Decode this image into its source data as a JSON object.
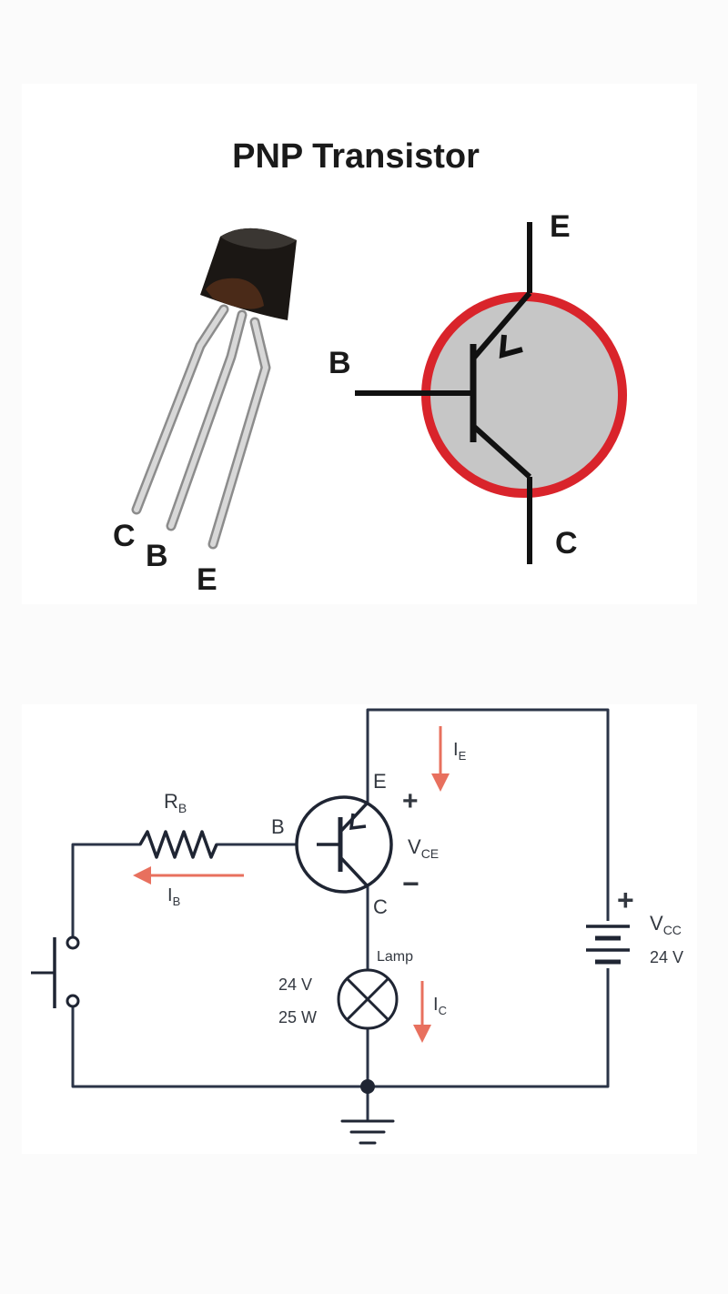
{
  "top": {
    "title": "PNP Transistor",
    "package_labels": {
      "c": "C",
      "b": "B",
      "e": "E"
    },
    "symbol_labels": {
      "e": "E",
      "b": "B",
      "c": "C"
    },
    "colors": {
      "ring": "#d9242b",
      "disc": "#c6c6c6",
      "body": "#1b1714",
      "lead": "#c8c8c8"
    }
  },
  "circuit": {
    "rb": {
      "main": "R",
      "sub": "B"
    },
    "ib": {
      "main": "I",
      "sub": "B"
    },
    "ie": {
      "main": "I",
      "sub": "E"
    },
    "ic": {
      "main": "I",
      "sub": "C"
    },
    "vce": {
      "main": "V",
      "sub": "CE"
    },
    "vcc": {
      "main": "V",
      "sub": "CC",
      "value": "24 V"
    },
    "terminals": {
      "b": "B",
      "e": "E",
      "c": "C"
    },
    "lamp": {
      "label": "Lamp",
      "voltage": "24 V",
      "power": "25 W"
    },
    "polarity": {
      "plus": "+",
      "minus": "−"
    },
    "colors": {
      "wire": "#2b3447",
      "current": "#e8705e"
    }
  }
}
